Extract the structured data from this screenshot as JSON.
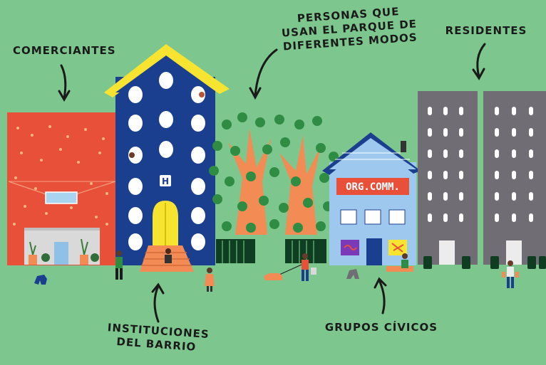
{
  "labels": {
    "comerciantes": "COMERCIANTES",
    "usuarios_parque": "PERSONAS QUE\nUSAN EL PARQUE DE\nDIFERENTES MODOS",
    "residentes": "RESIDENTES",
    "instituciones": "INSTITUCIONES\nDEL BARRIO",
    "grupos_civicos": "GRUPOS CÍVICOS"
  },
  "signs": {
    "hospital_letter": "H",
    "org_sign": "ORG.COMM."
  },
  "colors": {
    "background": "#7dc78e",
    "shop_red": "#e8503a",
    "institution_blue": "#1b3f8f",
    "roof_yellow": "#f7e431",
    "tree_green": "#2f8c43",
    "tree_orange": "#f28c54",
    "org_blue": "#9fc8ef",
    "apartment_gray": "#706d75"
  }
}
